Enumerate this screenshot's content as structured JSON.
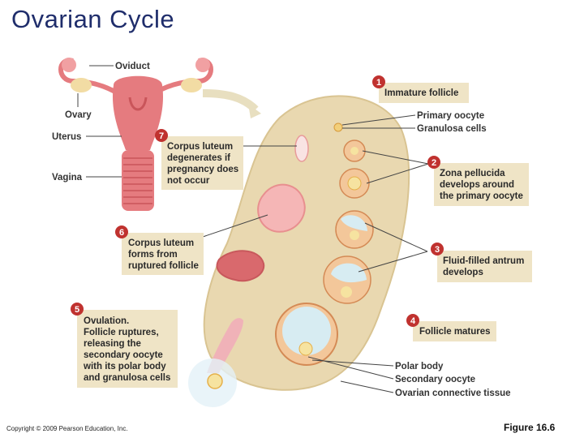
{
  "slide": {
    "title": "Ovarian Cycle",
    "copyright": "Copyright © 2009 Pearson Education, Inc.",
    "figure_number": "Figure 16.6"
  },
  "anatomy_labels": {
    "oviduct": "Oviduct",
    "ovary": "Ovary",
    "uterus": "Uterus",
    "vagina": "Vagina"
  },
  "steps": [
    {
      "number": "1",
      "lines": [
        "Immature follicle"
      ]
    },
    {
      "number": "2",
      "lines": [
        "Zona pellucida",
        "develops around",
        "the primary oocyte"
      ]
    },
    {
      "number": "3",
      "lines": [
        "Fluid-filled antrum",
        "develops"
      ]
    },
    {
      "number": "4",
      "lines": [
        "Follicle matures"
      ]
    },
    {
      "number": "5",
      "lines": [
        "Ovulation.",
        "Follicle ruptures,",
        "releasing the",
        "secondary oocyte",
        "with its polar body",
        "and granulosa cells"
      ]
    },
    {
      "number": "6",
      "lines": [
        "Corpus luteum",
        "forms from",
        "ruptured follicle"
      ]
    },
    {
      "number": "7",
      "lines": [
        "Corpus luteum",
        "degenerates if",
        "pregnancy does",
        "not occur"
      ]
    }
  ],
  "structure_labels": {
    "primary_oocyte": "Primary oocyte",
    "granulosa_cells": "Granulosa cells",
    "polar_body": "Polar body",
    "secondary_oocyte": "Secondary oocyte",
    "ovarian_connective_tissue": "Ovarian connective tissue"
  },
  "colors": {
    "title": "#1f2d6b",
    "step_badge": "#c0322f",
    "label_box": "#efe4c6",
    "ovary_tissue": "#e9d8b0",
    "uterus": "#e57b7f"
  }
}
